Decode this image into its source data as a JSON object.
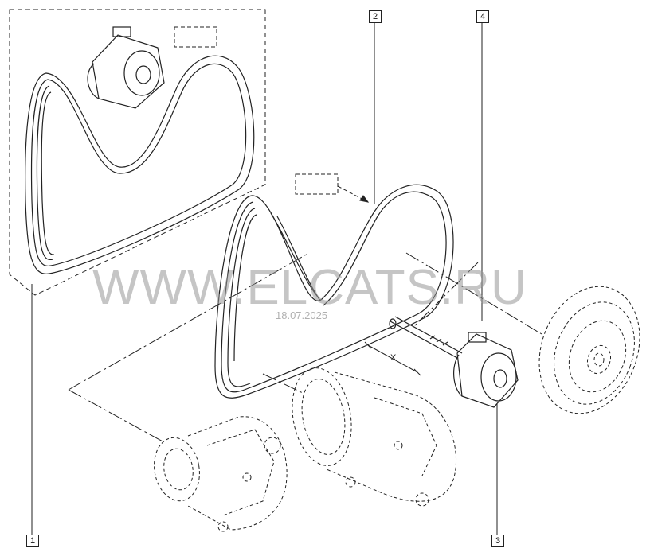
{
  "callouts": {
    "c1": "1",
    "c2": "2",
    "c3": "3",
    "c4": "4"
  },
  "dimension_label": "X",
  "watermark": {
    "text": "WWW.ELCATS.RU",
    "date": "18.07.2025"
  },
  "parts": [
    {
      "ref": "1",
      "icon": "belt-kit-icon"
    },
    {
      "ref": "2",
      "icon": "ribbed-belt-icon"
    },
    {
      "ref": "3",
      "icon": "tensioner-icon"
    },
    {
      "ref": "4",
      "icon": "bolt-icon"
    }
  ]
}
